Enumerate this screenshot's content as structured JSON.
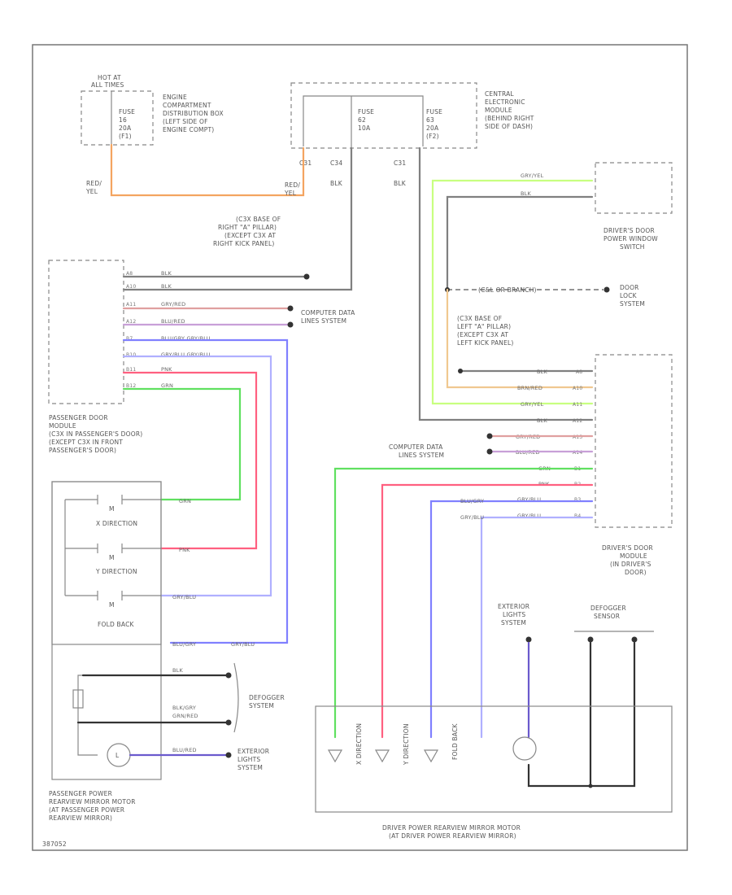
{
  "diagram": {
    "colors": {
      "frame": "#777777",
      "red_yel": "#f4a460",
      "blk": "#808080",
      "gry_red": "#e0a0a0",
      "blu_red": "#c8a0d8",
      "blu_gry": "#8080ff",
      "gry_blu": "#b0b0ff",
      "pnk": "#ff6080",
      "grn": "#60e060",
      "gry_yel": "#c8ff80",
      "brn_red": "#f0c890",
      "connector": "#333333"
    },
    "labels": {
      "hot_at": "HOT AT",
      "all_times": "ALL TIMES",
      "fuse_left_1": "FUSE",
      "fuse_left_2": "16",
      "fuse_left_3": "20A",
      "fuse_left_4": "(F1)",
      "engine_box_1": "ENGINE",
      "engine_box_2": "COMPARTMENT",
      "engine_box_3": "DISTRIBUTION BOX",
      "engine_box_4": "(LEFT SIDE OF",
      "engine_box_5": "ENGINE COMPT)",
      "fuse_c1": "FUSE",
      "fuse_c2": "62",
      "fuse_c3": "10A",
      "fuse_d1": "FUSE",
      "fuse_d2": "63",
      "fuse_d3": "20A",
      "fuse_d4": "(F2)",
      "cem_1": "CENTRAL",
      "cem_2": "ELECTRONIC",
      "cem_3": "MODULE",
      "cem_4": "(BEHIND RIGHT",
      "cem_5": "SIDE OF DASH)",
      "c31a": "C31",
      "c34": "C34",
      "c31b": "C31",
      "red_1": "RED/",
      "red_2": "YEL",
      "red_3": "RED/",
      "red_4": "YEL",
      "blk_a": "BLK",
      "blk_b": "BLK",
      "cxx_1": "(C3X BASE OF",
      "cxx_2": "RIGHT \"A\" PILLAR)",
      "cxx_3": "(EXCEPT C3X AT",
      "cxx_4": "RIGHT KICK PANEL)",
      "cdl_1": "COMPUTER DATA",
      "cdl_2": "LINES SYSTEM",
      "pdm_1": "PASSENGER DOOR",
      "pdm_2": "MODULE",
      "pdm_3": "(C3X IN PASSENGER'S DOOR)",
      "pdm_4": "(EXCEPT C3X IN FRONT",
      "pdm_5": "PASSENGER'S DOOR)",
      "x_dir": "X DIRECTION",
      "y_dir": "Y DIRECTION",
      "fold": "FOLD BACK",
      "m1": "M",
      "m2": "M",
      "m3": "M",
      "w_grn": "GRN",
      "w_pnk": "PNK",
      "w_grybl": "GRY/BLU",
      "w_blugry": "BLU/GRY",
      "w_gryblu2": "GRY/BLU",
      "w_blk": "BLK",
      "w_blkgry": "BLK/GRY",
      "w_grnred": "GRN/RED",
      "w_blured": "BLU/RED",
      "defog_1": "DEFOGGER",
      "defog_2": "SYSTEM",
      "ext_1": "EXTERIOR",
      "ext_2": "LIGHTS",
      "ext_3": "SYSTEM",
      "ppm_1": "PASSENGER POWER",
      "ppm_2": "REARVIEW MIRROR MOTOR",
      "ppm_3": "(AT PASSENGER POWER",
      "ppm_4": "REARVIEW MIRROR)",
      "ddpw_1": "DRIVER'S DOOR",
      "ddpw_2": "POWER WINDOW",
      "ddpw_3": "SWITCH",
      "dl_1": "DOOR",
      "dl_2": "LOCK",
      "dl_3": "SYSTEM",
      "dl_mid": "(C&L OR BRANCH)",
      "lap_1": "(C3X BASE OF",
      "lap_2": "LEFT \"A\" PILLAR)",
      "lap_3": "(EXCEPT C3X AT",
      "lap_4": "LEFT KICK PANEL)",
      "cdl_3": "COMPUTER DATA",
      "cdl_4": "LINES SYSTEM",
      "ddm_1": "DRIVER'S DOOR",
      "ddm_2": "MODULE",
      "ddm_3": "(IN DRIVER'S",
      "ddm_4": "DOOR)",
      "ext_4": "EXTERIOR",
      "ext_5": "LIGHTS",
      "ext_6": "SYSTEM",
      "defog_3": "DEFOGGER",
      "defog_4": "SENSOR",
      "x_dir2": "X DIRECTION",
      "y_dir2": "Y DIRECTION",
      "fold2": "FOLD BACK",
      "dpm_1": "DRIVER POWER REARVIEW MIRROR MOTOR",
      "dpm_2": "(AT DRIVER POWER REARVIEW MIRROR)",
      "fig_id": "387052"
    },
    "pins_left": [
      "A8",
      "A10",
      "A11",
      "A12",
      "B7",
      "B10",
      "B11",
      "B12"
    ],
    "wires_left": [
      "BLK",
      "BLK",
      "GRY/RED",
      "BLU/RED",
      "BLU/GRY  GRY/BLU",
      "GRY/BLU  GRY/BLU",
      "PNK",
      "GRN"
    ],
    "pins_right": [
      "A8",
      "A10",
      "A11",
      "A12",
      "A13",
      "A14",
      "B1",
      "B2",
      "B3",
      "B4"
    ],
    "wires_right": [
      "BLK",
      "BRN/RED",
      "GRY/YEL",
      "BLK",
      "GRY/RED",
      "BLU/RED",
      "GRN",
      "PNK",
      "GRY/BLU",
      "GRY/BLU"
    ],
    "gry_yel": "GRY/YEL",
    "blk_top": "BLK",
    "gry_blu_drv": "GRY/BLU",
    "blu_gry_drv": "BLU/GRY"
  }
}
